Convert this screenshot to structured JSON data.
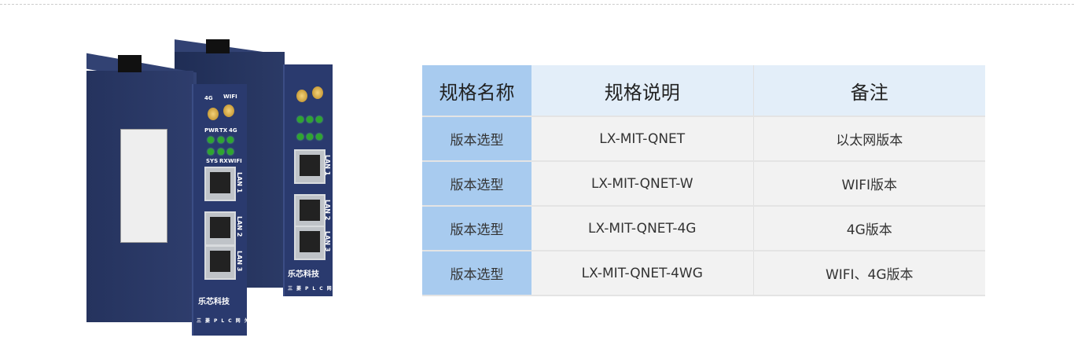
{
  "device": {
    "antenna_labels": [
      "4G",
      "WIFI"
    ],
    "led_labels_top": [
      "PWR",
      "TX",
      "4G"
    ],
    "led_labels_bottom": [
      "SYS",
      "RX",
      "WIFI"
    ],
    "ports": [
      "LAN 1",
      "LAN 2",
      "LAN 3"
    ],
    "brand": "乐芯科技",
    "subtitle": "三菱PLC网关"
  },
  "table": {
    "headers": [
      "规格名称",
      "规格说明",
      "备注"
    ],
    "rows": [
      [
        "版本选型",
        "LX-MIT-QNET",
        "以太网版本"
      ],
      [
        "版本选型",
        "LX-MIT-QNET-W",
        "WIFI版本"
      ],
      [
        "版本选型",
        "LX-MIT-QNET-4G",
        "4G版本"
      ],
      [
        "版本选型",
        "LX-MIT-QNET-4WG",
        "WIFI、4G版本"
      ]
    ]
  }
}
